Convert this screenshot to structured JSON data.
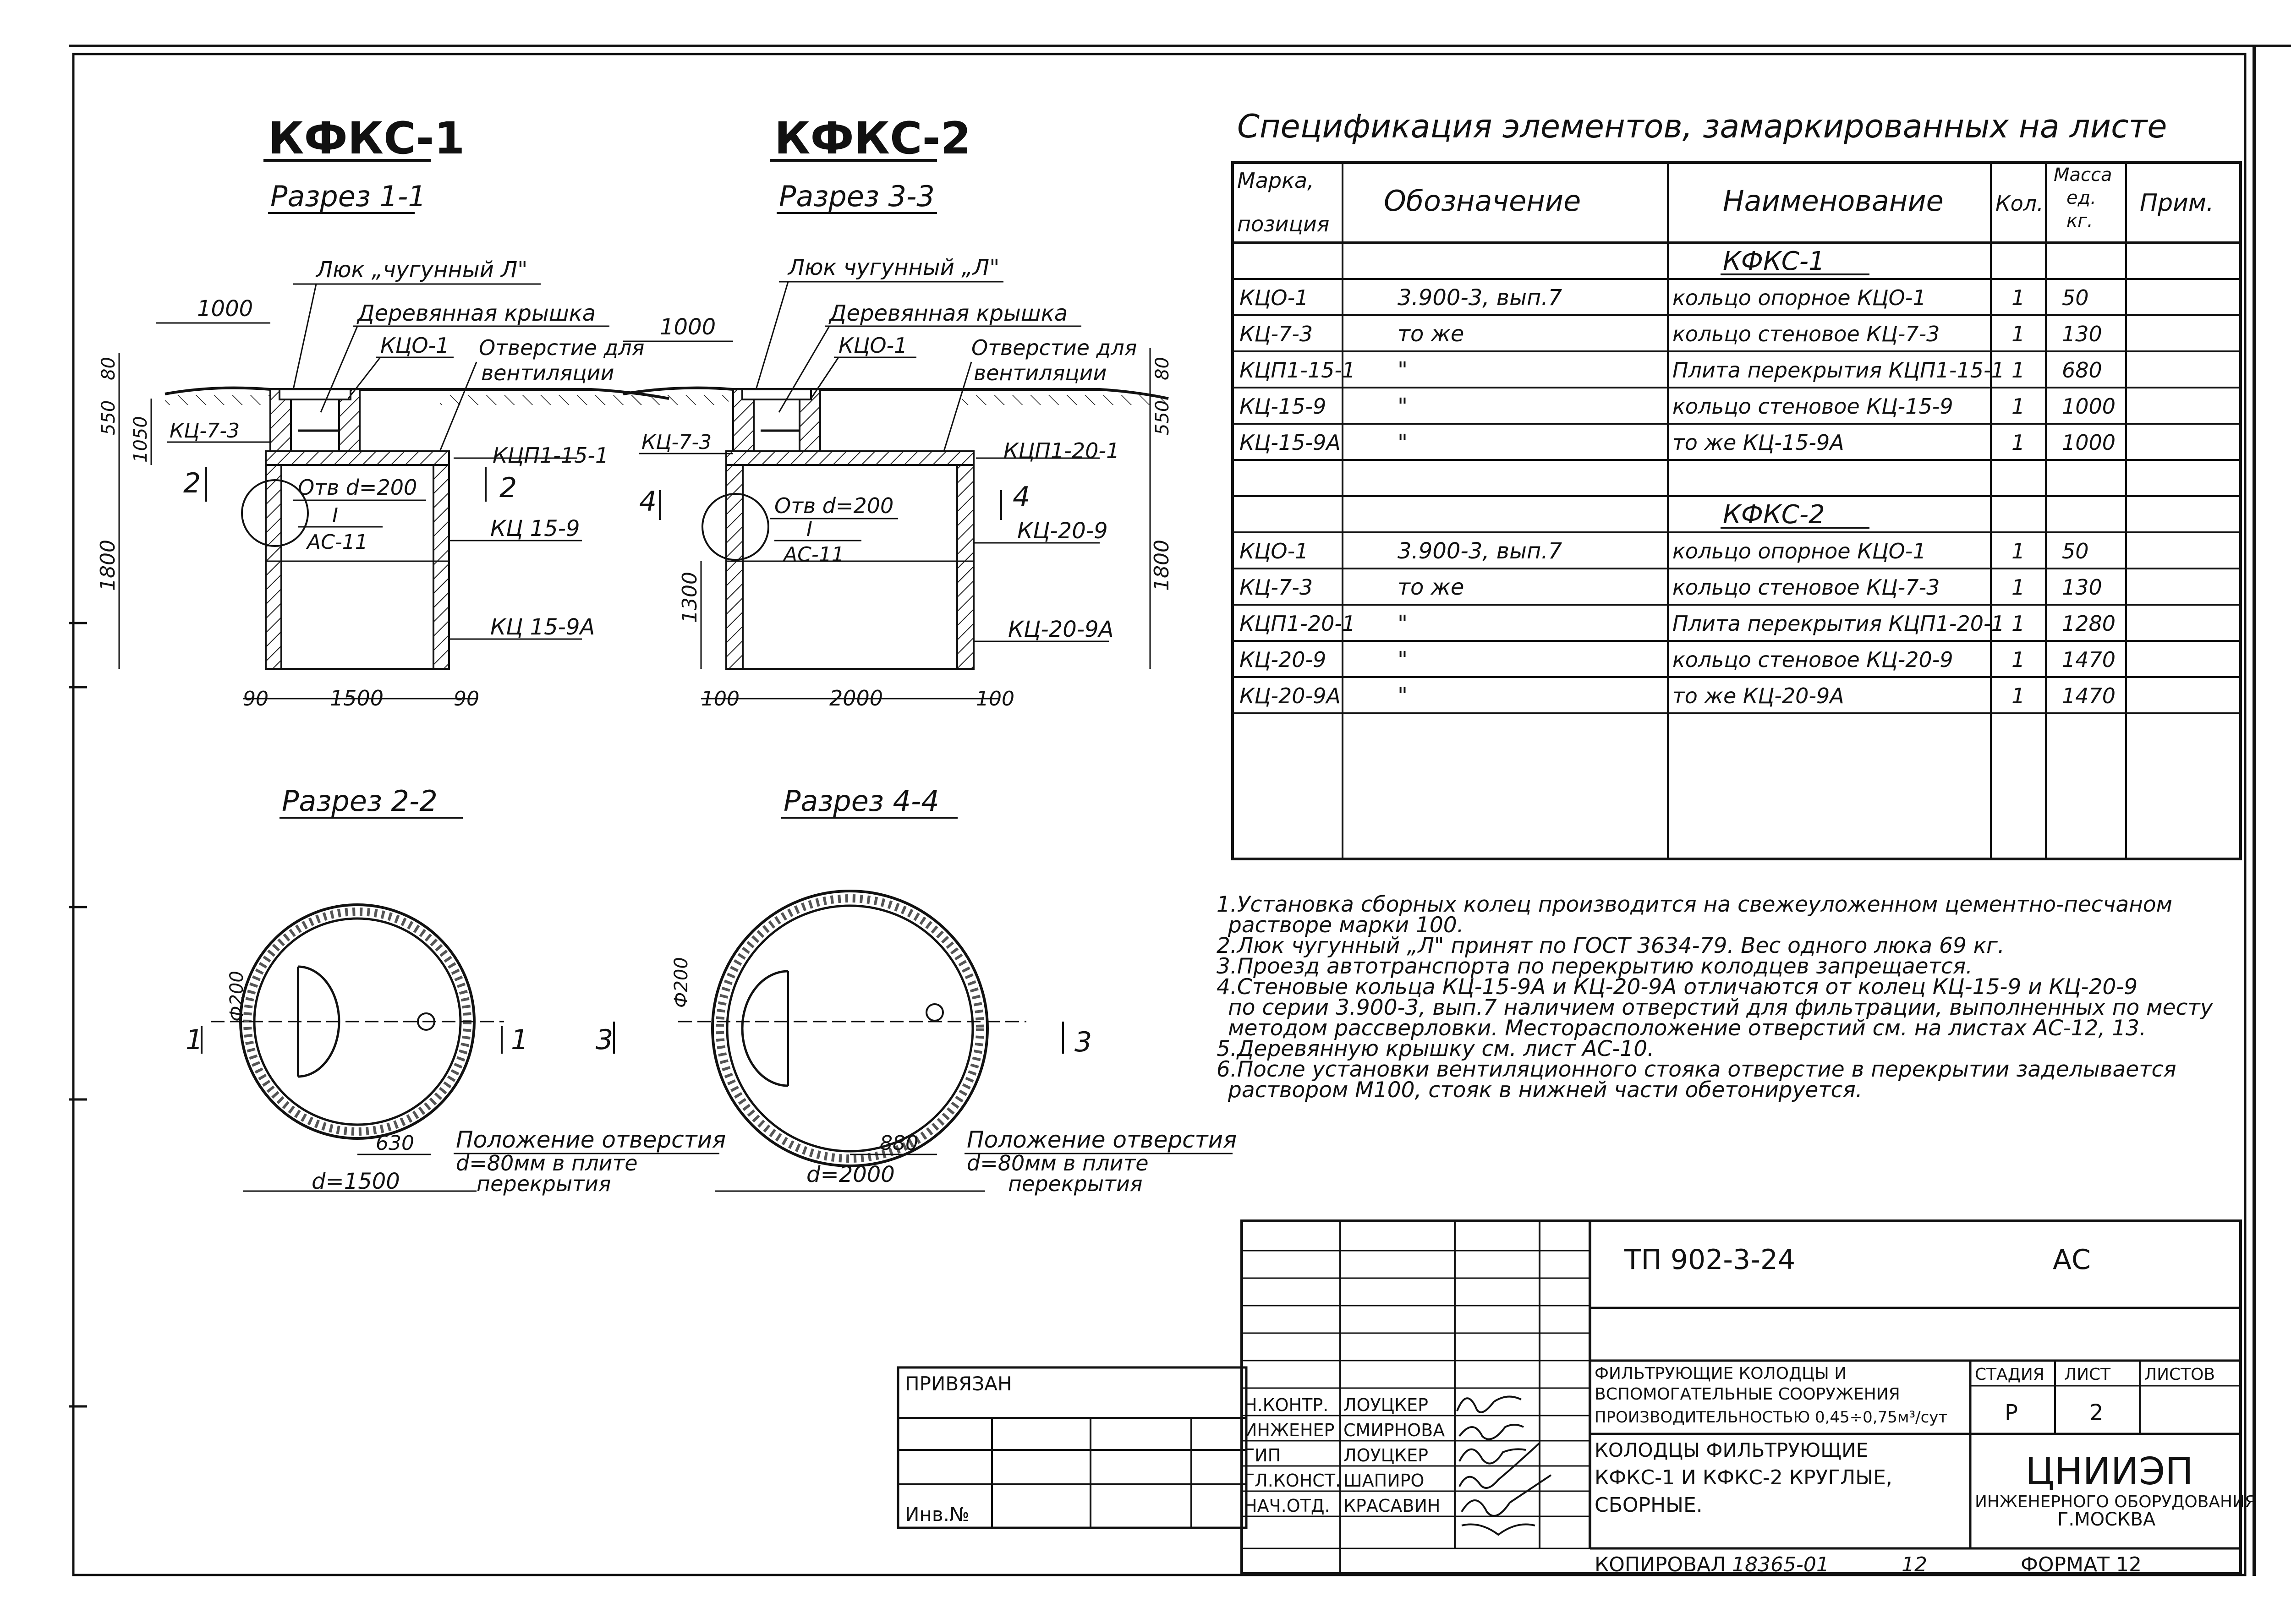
{
  "left": {
    "kfks1": {
      "title": "КФКС-1",
      "section_a": "Разрез 1-1",
      "section_b": "Разрез 2-2",
      "labels": {
        "hatch": "Люк „чугунный Л\"",
        "cover": "Деревянная крышка",
        "ring_support": "КЦО-1",
        "vent_hole_1": "Отверстие для",
        "vent_hole_2": "вентиляции",
        "ring_wall_top": "КЦ-7-3",
        "slab": "КЦП1-15-1",
        "ring_mid": "КЦ 15-9",
        "ring_bottom": "КЦ 15-9А",
        "hole": "Отв d=200",
        "ref_roman": "I",
        "ref_sheet": "АС-11",
        "cut_left": "2",
        "cut_right": "2"
      },
      "dims": {
        "top_width": "1000",
        "d_80": "80",
        "d_550": "550",
        "d_1050": "1050",
        "d_1800": "1800",
        "wall_left": "90",
        "inner": "1500",
        "wall_right": "90"
      },
      "plan": {
        "phi200": "Ф200",
        "cut_l": "1",
        "cut_r": "1",
        "d630": "630",
        "diameter": "d=1500",
        "note_1": "Положение отверстия",
        "note_2": "d=80мм в плите",
        "note_3": "перекрытия"
      }
    },
    "kfks2": {
      "title": "КФКС-2",
      "section_a": "Разрез 3-3",
      "section_b": "Разрез 4-4",
      "labels": {
        "hatch": "Люк чугунный „Л\"",
        "cover": "Деревянная крышка",
        "ring_support": "КЦО-1",
        "vent_hole_1": "Отверстие для",
        "vent_hole_2": "вентиляции",
        "ring_wall_top": "КЦ-7-3",
        "slab": "КЦП1-20-1",
        "ring_mid": "КЦ-20-9",
        "ring_bottom": "КЦ-20-9А",
        "hole": "Отв d=200",
        "ref_roman": "I",
        "ref_sheet": "АС-11",
        "cut_left": "4",
        "cut_right": "4"
      },
      "dims": {
        "top_width": "1000",
        "d_80": "80",
        "d_550": "550",
        "d_1300": "1300",
        "d_1800": "1800",
        "wall_left": "100",
        "inner": "2000",
        "wall_right": "100"
      },
      "plan": {
        "phi200": "Ф200",
        "cut_l": "3",
        "cut_r": "3",
        "d880": "880",
        "diameter": "d=2000",
        "note_1": "Положение отверстия",
        "note_2": "d=80мм в плите",
        "note_3": "перекрытия"
      }
    }
  },
  "spec": {
    "title": "Спецификация элементов, замаркированных на листе",
    "headers": {
      "mark_1": "Марка,",
      "mark_2": "позиция",
      "designation": "Обозначение",
      "name": "Наименование",
      "qty": "Кол.",
      "mass_1": "Масса",
      "mass_2": "ед.",
      "mass_3": "кг.",
      "note": "Прим."
    },
    "groups": [
      {
        "title": "КФКС-1",
        "rows": [
          {
            "mark": "КЦО-1",
            "designation": "3.900-3, вып.7",
            "name": "кольцо опорное КЦО-1",
            "qty": "1",
            "mass": "50"
          },
          {
            "mark": "КЦ-7-3",
            "designation": "то же",
            "name": "кольцо стеновое КЦ-7-3",
            "qty": "1",
            "mass": "130"
          },
          {
            "mark": "КЦП1-15-1",
            "designation": "\"",
            "name": "Плита перекрытия КЦП1-15-1",
            "qty": "1",
            "mass": "680"
          },
          {
            "mark": "КЦ-15-9",
            "designation": "\"",
            "name": "кольцо стеновое КЦ-15-9",
            "qty": "1",
            "mass": "1000"
          },
          {
            "mark": "КЦ-15-9А",
            "designation": "\"",
            "name": "то же КЦ-15-9А",
            "qty": "1",
            "mass": "1000"
          }
        ]
      },
      {
        "title": "КФКС-2",
        "rows": [
          {
            "mark": "КЦО-1",
            "designation": "3.900-3, вып.7",
            "name": "кольцо опорное КЦО-1",
            "qty": "1",
            "mass": "50"
          },
          {
            "mark": "КЦ-7-3",
            "designation": "то же",
            "name": "кольцо стеновое КЦ-7-3",
            "qty": "1",
            "mass": "130"
          },
          {
            "mark": "КЦП1-20-1",
            "designation": "\"",
            "name": "Плита перекрытия КЦП1-20-1",
            "qty": "1",
            "mass": "1280"
          },
          {
            "mark": "КЦ-20-9",
            "designation": "\"",
            "name": "кольцо стеновое КЦ-20-9",
            "qty": "1",
            "mass": "1470"
          },
          {
            "mark": "КЦ-20-9А",
            "designation": "\"",
            "name": "то же КЦ-20-9А",
            "qty": "1",
            "mass": "1470"
          }
        ]
      }
    ]
  },
  "notes": [
    "1.Установка сборных колец производится на свежеуложенном цементно-песчаном",
    "растворе марки 100.",
    "2.Люк чугунный „Л\" принят по ГОСТ 3634-79. Вес одного люка 69 кг.",
    "3.Проезд автотранспорта по перекрытию колодцев запрещается.",
    "4.Стеновые кольца КЦ-15-9А и КЦ-20-9А отличаются от колец КЦ-15-9 и КЦ-20-9",
    "по серии 3.900-3, вып.7 наличием отверстий для фильтрации, выполненных по месту",
    "методом рассверловки. Месторасположение отверстий см. на листах АС-12, 13.",
    "5.Деревянную крышку см. лист АС-10.",
    "6.После установки вентиляционного стояка отверстие в перекрытии заделывается",
    "раствором М100, стояк в нижней части обетонируется."
  ],
  "stamp": {
    "privyazan": "ПРИВЯЗАН",
    "inv": "Инв.№",
    "code": "ТП 902-3-24",
    "part": "АС",
    "roles": [
      {
        "role": "Н.КОНТР.",
        "name": "ЛОУЦКЕР"
      },
      {
        "role": "ИНЖЕНЕР",
        "name": "СМИРНОВА"
      },
      {
        "role": "ГИП",
        "name": "ЛОУЦКЕР"
      },
      {
        "role": "ГЛ.КОНСТ.",
        "name": "ШАПИРО"
      },
      {
        "role": "НАЧ.ОТД.",
        "name": "КРАСАВИН"
      }
    ],
    "project_1": "ФИЛЬТРУЮЩИЕ КОЛОДЦЫ И",
    "project_2": "ВСПОМОГАТЕЛЬНЫЕ СООРУЖЕНИЯ",
    "project_3": "ПРОИЗВОДИТЕЛЬНОСТЬЮ 0,45÷0,75м³/сут",
    "sheet_1": "КОЛОДЦЫ ФИЛЬТРУЮЩИЕ",
    "sheet_2": "КФКС-1 И КФКС-2 КРУГЛЫЕ,",
    "sheet_3": "СБОРНЫЕ.",
    "stage_h": "СТАДИЯ",
    "sheet_h": "ЛИСТ",
    "sheets_h": "ЛИСТОВ",
    "stage": "Р",
    "sheet": "2",
    "org_1": "ЦНИИЭП",
    "org_2": "ИНЖЕНЕРНОГО ОБОРУДОВАНИЯ",
    "org_3": "Г.МОСКВА",
    "copied": "КОПИРОВАЛ",
    "copy_no": "18365-01",
    "copy_n": "12",
    "format": "ФОРМАТ 12"
  }
}
